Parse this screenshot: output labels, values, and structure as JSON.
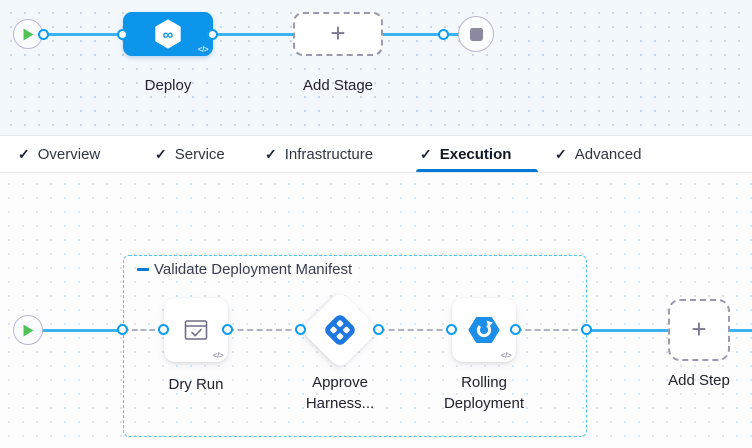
{
  "stage_panel": {
    "deploy": {
      "label": "Deploy",
      "infinity_glyph": "∞"
    },
    "add_stage": {
      "label": "Add Stage",
      "plus_glyph": "+"
    },
    "code_glyph": "</>"
  },
  "tabs": {
    "check_glyph": "✓",
    "active": "Execution",
    "items": [
      {
        "label": "Overview"
      },
      {
        "label": "Service"
      },
      {
        "label": "Infrastructure"
      },
      {
        "label": "Execution"
      },
      {
        "label": "Advanced"
      }
    ]
  },
  "execution_panel": {
    "group": {
      "label": "Validate Deployment Manifest"
    },
    "steps": [
      {
        "label": "Dry Run",
        "icon": "dry-run-window-check-icon"
      },
      {
        "label": "Approve Harness...",
        "icon": "harness-approval-icon"
      },
      {
        "label": "Rolling Deployment",
        "icon": "rolling-deployment-icon"
      }
    ],
    "add_step": {
      "label": "Add Step",
      "plus_glyph": "+"
    },
    "code_glyph": "</>"
  },
  "colors": {
    "node_blue": "#0c95ea",
    "line_blue": "#3bb2f2",
    "port_ring_blue": "#0b9df2",
    "group_border_cyan": "#4fc6ea",
    "tab_underline_blue": "#0278d5",
    "play_green": "#51c256",
    "stop_square_gray": "#8d89a1",
    "approval_icon_blue": "#1e78e0",
    "rolling_icon_blue": "#1e8fe8",
    "stage_canvas_bg": "#f3f8fd"
  }
}
